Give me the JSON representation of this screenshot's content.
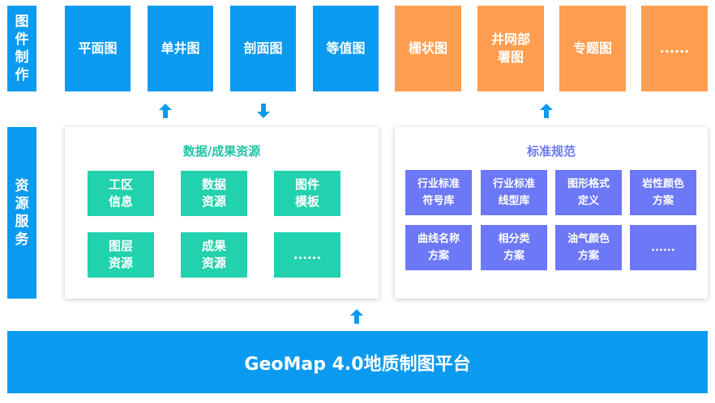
{
  "labels": {
    "chart_making": "图件制作",
    "resource_service": "资源服务"
  },
  "charts": [
    {
      "label": "平面图",
      "color": "blue"
    },
    {
      "label": "单井图",
      "color": "blue"
    },
    {
      "label": "剖面图",
      "color": "blue"
    },
    {
      "label": "等值图",
      "color": "blue"
    },
    {
      "label": "栅状图",
      "color": "orange"
    },
    {
      "label": "井网部署图",
      "color": "orange"
    },
    {
      "label": "专题图",
      "color": "orange"
    },
    {
      "label": "......",
      "color": "orange"
    }
  ],
  "data_panel": {
    "title": "数据/成果资源",
    "items": [
      "工区信息",
      "数据资源",
      "图件模板",
      "图层资源",
      "成果资源",
      "......"
    ]
  },
  "standard_panel": {
    "title": "标准规范",
    "items": [
      "行业标准符号库",
      "行业标准线型库",
      "图形格式定义",
      "岩性颜色方案",
      "曲线名称方案",
      "相分类方案",
      "油气颜色方案",
      "......"
    ]
  },
  "platform": {
    "label": "GeoMap 4.0地质制图平台"
  },
  "colors": {
    "blue": "#0a9bf0",
    "orange": "#ff9e50",
    "teal": "#22d1ad",
    "purple": "#6c78f6",
    "title_teal": "#22c3a6",
    "title_purple": "#6c78f6"
  }
}
